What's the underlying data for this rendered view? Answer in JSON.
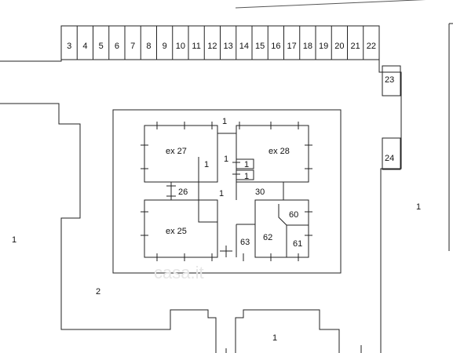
{
  "plan": {
    "title": "",
    "garage_numbers": [
      "3",
      "4",
      "5",
      "6",
      "7",
      "8",
      "9",
      "10",
      "11",
      "12",
      "13",
      "14",
      "15",
      "16",
      "17",
      "18",
      "19",
      "20",
      "21",
      "22"
    ],
    "right_garages": [
      "23",
      "24"
    ],
    "labels": {
      "building_1": "1",
      "building_right_1": "1",
      "left_area_1": "1",
      "courtyard_2": "2",
      "bottom_1": "1",
      "stair_1": "1",
      "hall_1": "1",
      "small_1a": "1",
      "small_1b": "1",
      "corr_1": "1",
      "ex27": "ex 27",
      "ex28": "ex 28",
      "ex25": "ex 25",
      "r26": "26",
      "r30": "30",
      "r60": "60",
      "r61": "61",
      "r62": "62",
      "r63": "63"
    },
    "watermark": "casa.it"
  }
}
